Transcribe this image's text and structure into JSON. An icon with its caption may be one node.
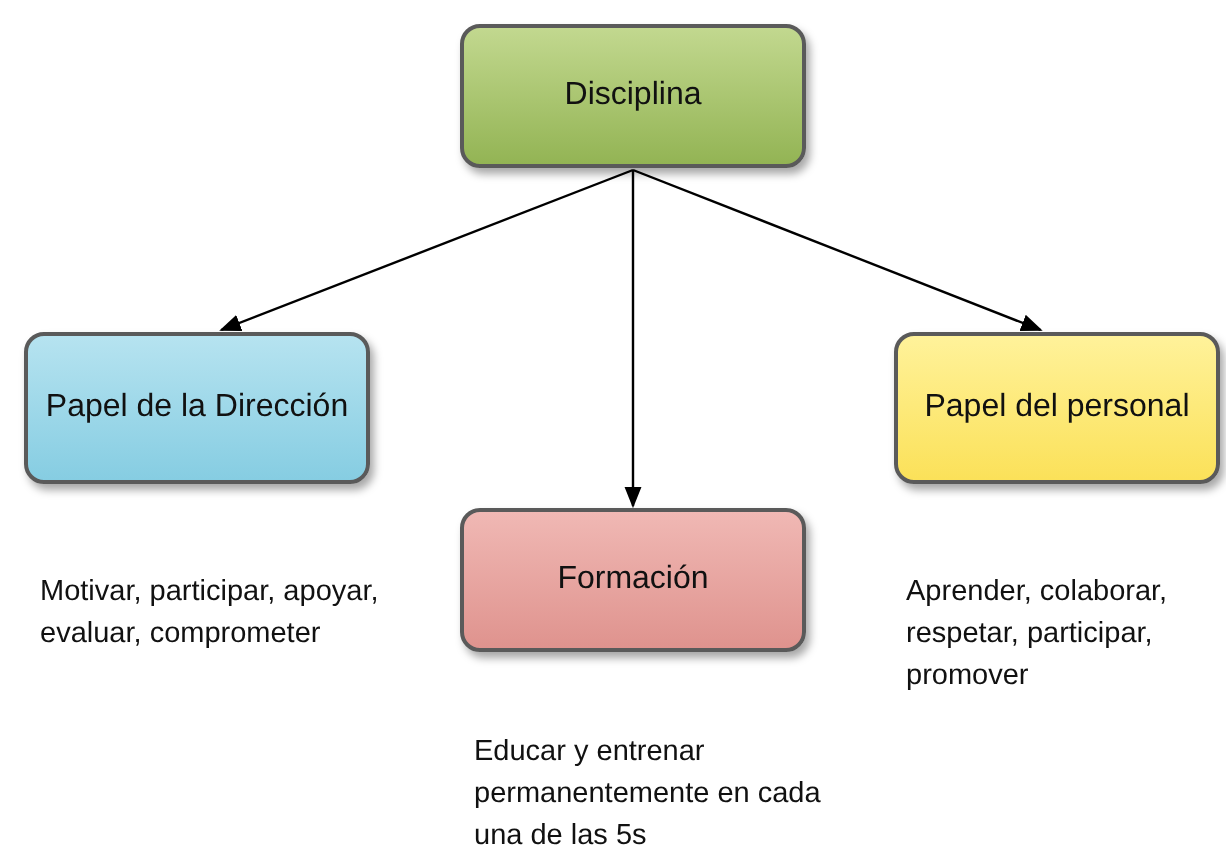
{
  "diagram": {
    "nodes": [
      {
        "text": [
          "Disciplina"
        ]
      },
      {
        "text": [
          "Papel de la Dirección"
        ],
        "beside": [
          "Motivar, participar, apoyar, evaluar, comprometer"
        ]
      },
      {
        "text": [
          "Formación"
        ],
        "beside": [
          "Educar y entrenar permanentemente en cada una de las 5s"
        ]
      },
      {
        "text": [
          "Papel del personal"
        ],
        "beside": [
          "Aprender, colaborar, respetar, participar, promover"
        ]
      }
    ],
    "edges": [
      {
        "from": 0,
        "to": 1,
        "arrow": "to"
      },
      {
        "from": 0,
        "to": 2,
        "arrow": "to"
      },
      {
        "from": 0,
        "to": 3,
        "arrow": "to"
      }
    ]
  }
}
